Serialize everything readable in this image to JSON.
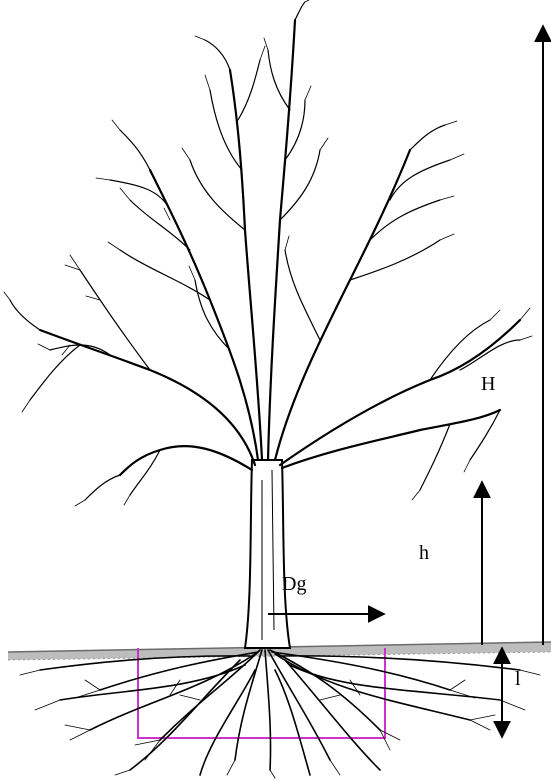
{
  "labels": {
    "total_height": "H",
    "trunk_height": "h",
    "trunk_diameter": "Dg",
    "root_depth": "l"
  },
  "colors": {
    "ink": "#000000",
    "ground": "#b8b8b8",
    "root_box": "#cc33cc"
  }
}
